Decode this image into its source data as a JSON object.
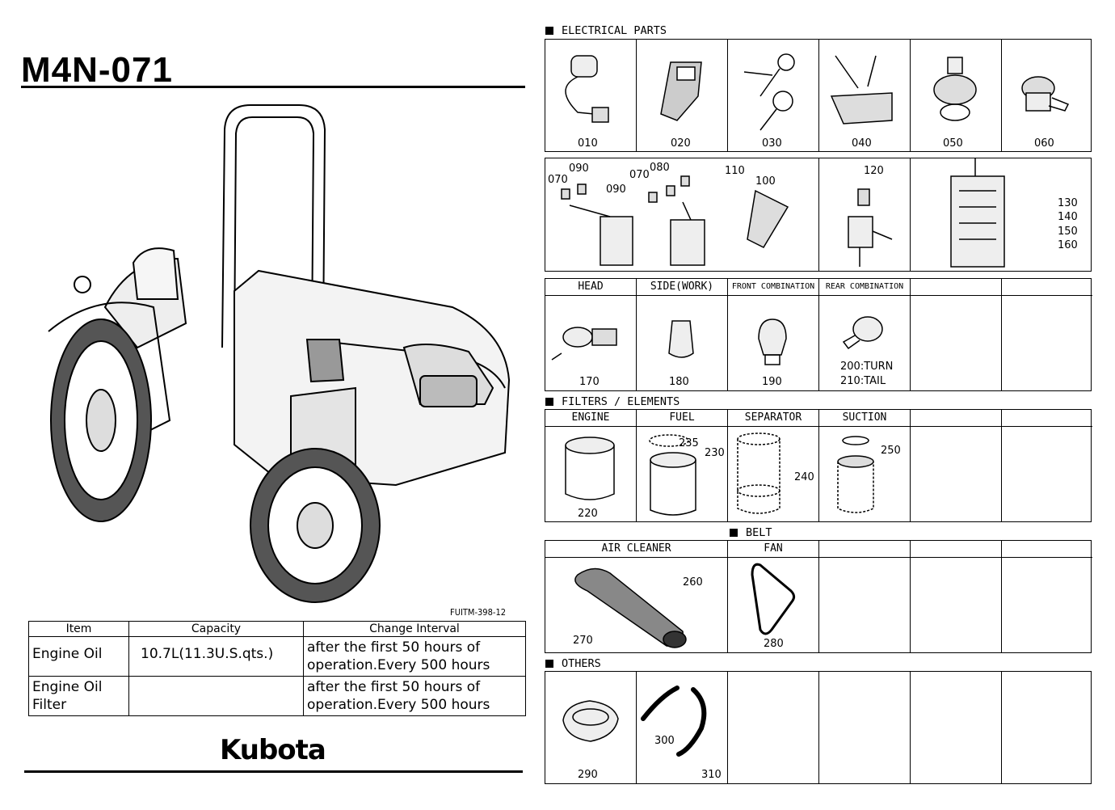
{
  "model": "M4N-071",
  "figure_code": "FUITM-398-12",
  "brand": "Kubota",
  "capacity_table": {
    "headers": [
      "Item",
      "Capacity",
      "Change Interval"
    ],
    "rows": [
      {
        "item": "Engine Oil",
        "capacity": "10.7L(11.3U.S.qts.)",
        "interval": "after the first 50 hours of operation.Every 500 hours"
      },
      {
        "item": "Engine Oil Filter",
        "capacity": "",
        "interval": "after the first 50 hours of operation.Every 500 hours"
      }
    ]
  },
  "sections": {
    "electrical": "ELECTRICAL PARTS",
    "filters": "FILTERS / ELEMENTS",
    "belt": "BELT",
    "others": "OTHERS"
  },
  "electrical_row1": [
    "010",
    "020",
    "030",
    "040",
    "050",
    "060"
  ],
  "electrical_row2": {
    "fuse_labels": [
      "090",
      "070",
      "090",
      "080",
      "070",
      "110",
      "100"
    ],
    "fuse_single": "120",
    "fuse_box": [
      "130",
      "140",
      "150",
      "160"
    ]
  },
  "lamps": {
    "headers": [
      "HEAD",
      "SIDE(WORK)",
      "FRONT COMBINATION",
      "REAR COMBINATION",
      "",
      ""
    ],
    "parts": [
      "170",
      "180",
      "190"
    ],
    "rear_turn": "200:TURN",
    "rear_tail": "210:TAIL"
  },
  "filters": {
    "headers": [
      "ENGINE",
      "FUEL",
      "SEPARATOR",
      "SUCTION",
      "",
      ""
    ],
    "parts": {
      "engine": "220",
      "fuel_a": "235",
      "fuel_b": "230",
      "separator": "240",
      "suction": "250"
    }
  },
  "air_belt": {
    "headers": [
      "AIR CLEANER",
      "FAN",
      "",
      "",
      ""
    ],
    "parts": {
      "inner": "260",
      "outer": "270",
      "belt": "280"
    }
  },
  "others": {
    "parts": [
      "290",
      "300",
      "310"
    ]
  }
}
